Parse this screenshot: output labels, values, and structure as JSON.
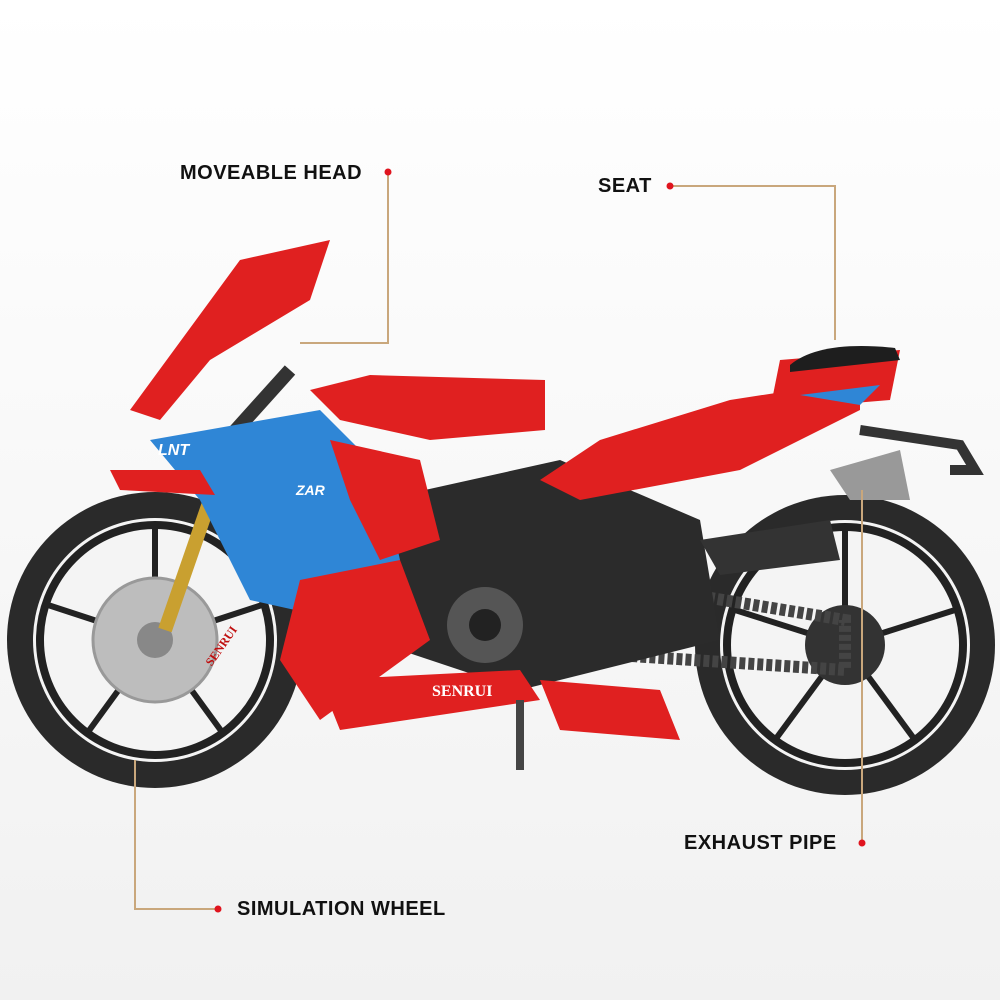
{
  "callouts": {
    "moveable_head": "MOVEABLE HEAD",
    "seat": "SEAT",
    "exhaust_pipe": "EXHAUST PIPE",
    "simulation_wheel": "SIMULATION WHEEL"
  },
  "decals": {
    "brand_tank": "SENRUI",
    "brand_wheel": "SENRUI",
    "fairing_logo": "LNT",
    "fairing_model": "ZAR"
  },
  "colors": {
    "leader_line": "#c9a77c",
    "dot": "#e0141e",
    "body_red": "#e02020",
    "body_blue": "#2f86d6"
  }
}
